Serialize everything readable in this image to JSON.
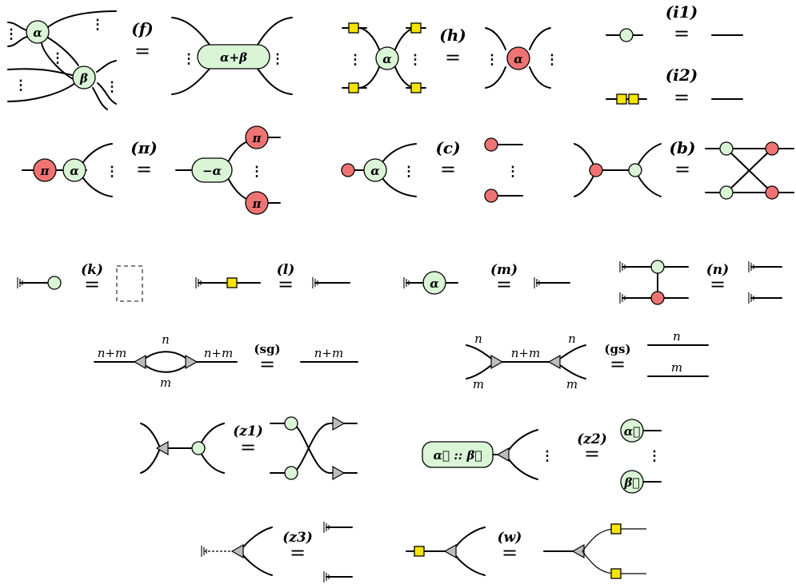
{
  "rules": {
    "f": {
      "label": "(f)",
      "lhs": [
        "α",
        "β"
      ],
      "rhs": "α+β"
    },
    "h": {
      "label": "(h)",
      "lhs": "α",
      "rhs": "α"
    },
    "i1": {
      "label": "(i1)"
    },
    "i2": {
      "label": "(i2)"
    },
    "pi": {
      "label": "(π)",
      "lhs": [
        "π",
        "α"
      ],
      "rhs": [
        "−α",
        "π",
        "π"
      ]
    },
    "c": {
      "label": "(c)",
      "lhs": "α"
    },
    "b": {
      "label": "(b)"
    },
    "k": {
      "label": "(k)"
    },
    "l": {
      "label": "(l)"
    },
    "m": {
      "label": "(m)",
      "lhs": "α"
    },
    "n": {
      "label": "(n)"
    },
    "sg": {
      "label": "(sg)",
      "left": "n+m",
      "top": "n",
      "bottom": "m",
      "right": "n+m",
      "rhs": "n+m"
    },
    "gs": {
      "label": "(gs)",
      "tl": "n",
      "bl": "m",
      "mid": "n+m",
      "tr": "n",
      "br": "m",
      "rhs_top": "n",
      "rhs_bottom": "m"
    },
    "z1": {
      "label": "(z1)"
    },
    "z2": {
      "label": "(z2)",
      "lhs": "α⃗ :: β⃗",
      "rhs": [
        "α⃗",
        "β⃗"
      ]
    },
    "z3": {
      "label": "(z3)"
    },
    "w": {
      "label": "(w)"
    }
  },
  "symbols": {
    "equals": "=",
    "vdots": "⋮"
  },
  "colors": {
    "green": "#d9f5d6",
    "red": "#ef7373",
    "yellow": "#f5e400",
    "grey": "#bdbdbd"
  }
}
